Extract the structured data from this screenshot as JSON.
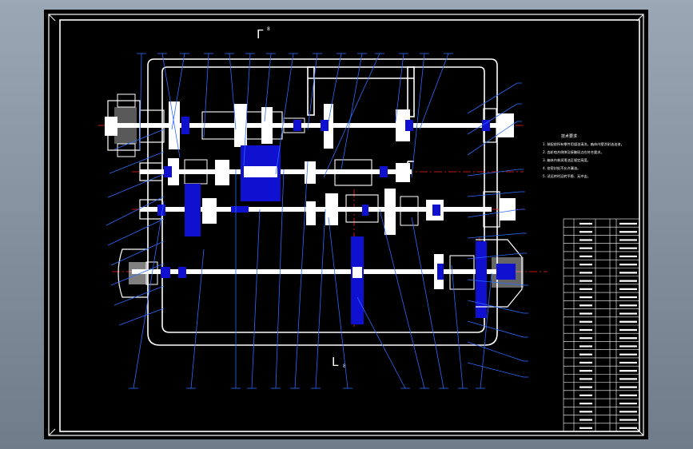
{
  "drawing": {
    "section_mark_top": "Γ",
    "section_mark_bottom": "L",
    "section_index": "8",
    "notes_heading": "技术要求",
    "notes_lines": [
      "1. 装配前所有零件用煤油清洗，箱体内壁涂耐油油漆。",
      "2. 齿轮啮合侧隙及接触斑点应符合要求。",
      "3. 箱体内装润滑油至规定高度。",
      "4. 各密封处不允许漏油。",
      "5. 试运转时运转平稳、无冲击。"
    ],
    "table_rows": 26,
    "colors": {
      "frame": "#ffffff",
      "part": "#1010d0",
      "centerline": "#ff2020",
      "leader": "#2b6cff",
      "background": "#000000"
    }
  }
}
